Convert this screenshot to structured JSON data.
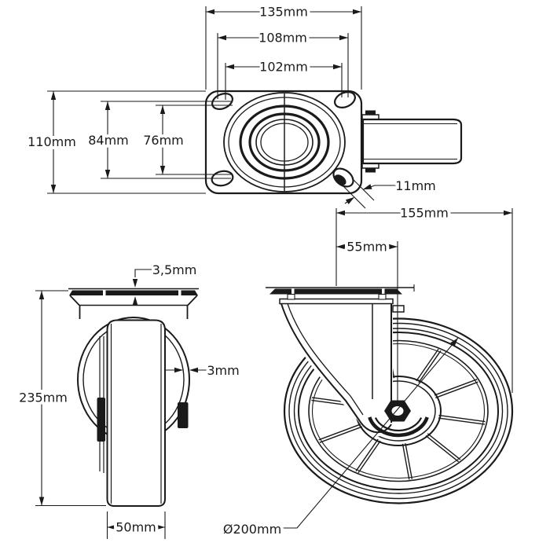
{
  "page": {
    "background": "#ffffff",
    "line_color": "#1a1a1a"
  },
  "views": {
    "plate_top_view": {
      "description": "mounting plate plan view",
      "dims": {
        "plate_width": "135mm",
        "bolt_spacing_width_outer": "108mm",
        "bolt_spacing_width_inner": "102mm",
        "plate_depth": "110mm",
        "bolt_spacing_depth_outer": "84mm",
        "bolt_spacing_depth_inner": "76mm",
        "bolt_hole_diameter": "11mm"
      }
    },
    "swivel_side_view": {
      "description": "swivel caster side view",
      "dims": {
        "overall_length": "155mm",
        "swivel_offset": "55mm",
        "wheel_diameter": "Ø200mm"
      }
    },
    "front_view": {
      "description": "caster front view",
      "dims": {
        "plate_thickness": "3,5mm",
        "fork_wall_thickness": "3mm",
        "overall_height": "235mm",
        "wheel_width": "50mm"
      }
    }
  }
}
